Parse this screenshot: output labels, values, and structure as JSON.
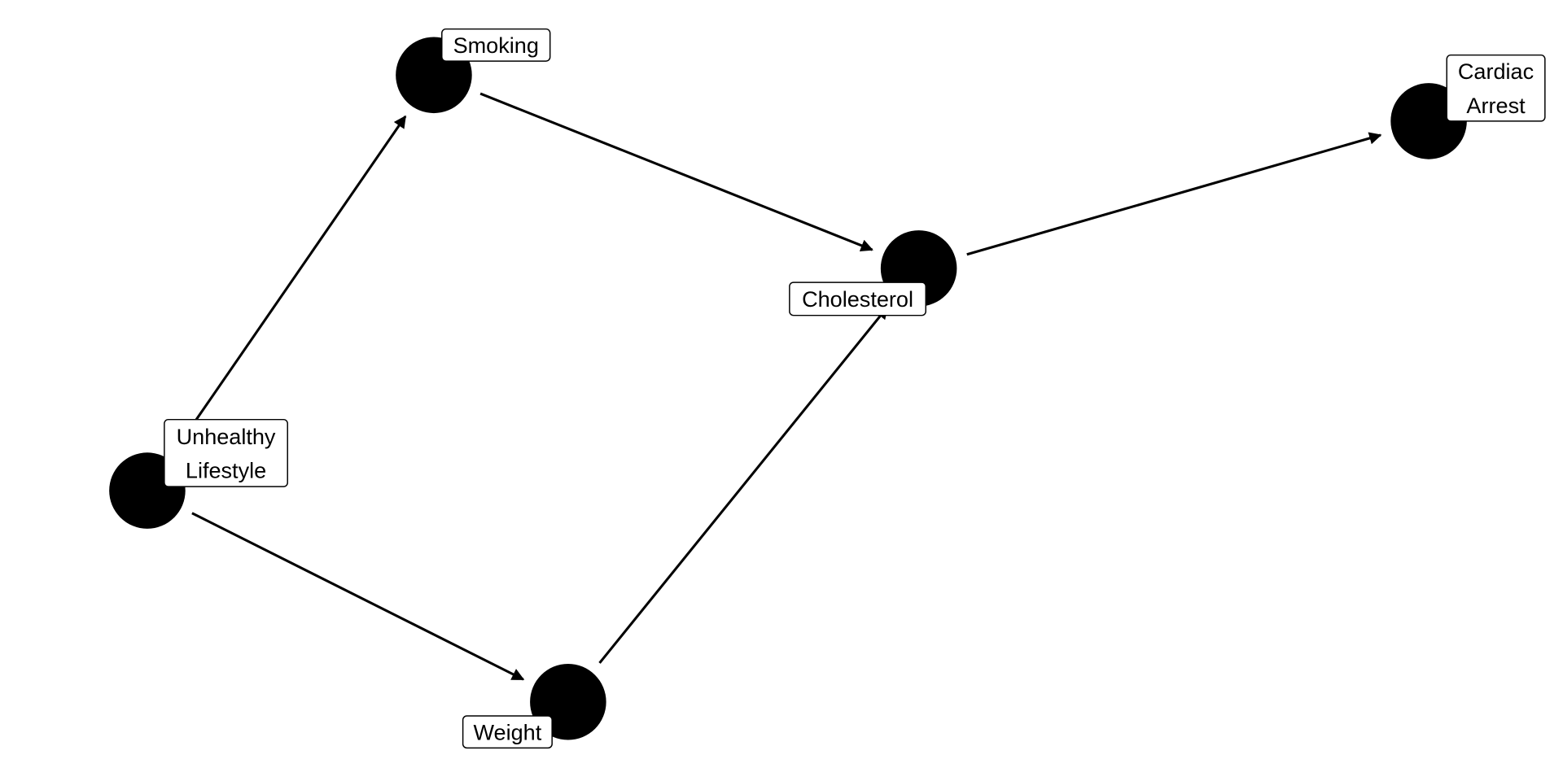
{
  "diagram": {
    "type": "directed-acyclic-graph",
    "node_color": "#000000",
    "edge_color": "#000000",
    "nodes": [
      {
        "id": "unhealthy",
        "label_lines": [
          "Unhealthy",
          "Lifestyle"
        ]
      },
      {
        "id": "smoking",
        "label_lines": [
          "Smoking"
        ]
      },
      {
        "id": "cholesterol",
        "label_lines": [
          "Cholesterol"
        ]
      },
      {
        "id": "cardiac",
        "label_lines": [
          "Cardiac",
          "Arrest"
        ]
      },
      {
        "id": "weight",
        "label_lines": [
          "Weight"
        ]
      }
    ],
    "edges": [
      {
        "from": "unhealthy",
        "to": "smoking"
      },
      {
        "from": "unhealthy",
        "to": "weight"
      },
      {
        "from": "smoking",
        "to": "cholesterol"
      },
      {
        "from": "weight",
        "to": "cholesterol"
      },
      {
        "from": "cholesterol",
        "to": "cardiac"
      }
    ]
  }
}
